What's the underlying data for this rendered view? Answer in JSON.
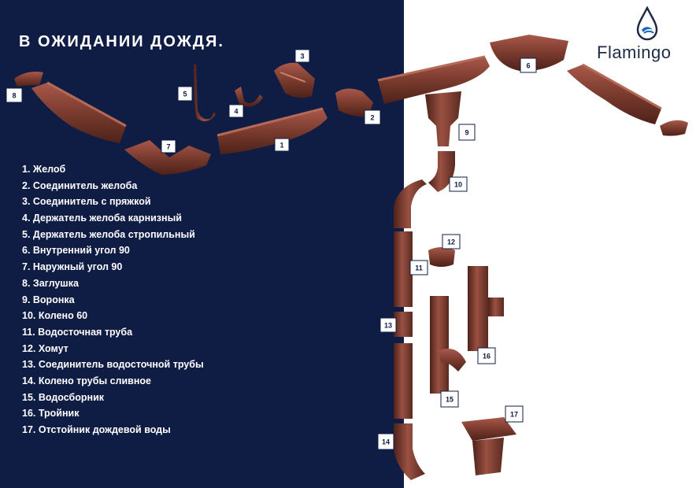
{
  "headline": "В ОЖИДАНИИ ДОЖДЯ.",
  "brand": {
    "name": "Flamingo"
  },
  "parts": [
    "1. Желоб",
    "2. Соединитель желоба",
    "3. Соединитель с пряжкой",
    "4. Держатель желоба карнизный",
    "5. Держатель желоба стропильный",
    "6. Внутренний угол 90",
    "7. Наружный угол 90",
    "8. Заглушка",
    "9. Воронка",
    "10. Колено 60",
    "11. Водосточная труба",
    "12. Хомут",
    "13. Соединитель водосточной трубы",
    "14. Колено трубы сливное",
    "15. Водосборник",
    "16. Тройник",
    "17. Отстойник дождевой воды"
  ],
  "tags": [
    "1",
    "2",
    "3",
    "4",
    "5",
    "6",
    "7",
    "8",
    "9",
    "10",
    "11",
    "12",
    "13",
    "14",
    "15",
    "16",
    "17"
  ],
  "colors": {
    "navy": "#0f1d45",
    "copper": "#7a3b2e",
    "copper_light": "#9a5142",
    "copper_dark": "#4e2119",
    "brand_blue": "#1565c0"
  }
}
